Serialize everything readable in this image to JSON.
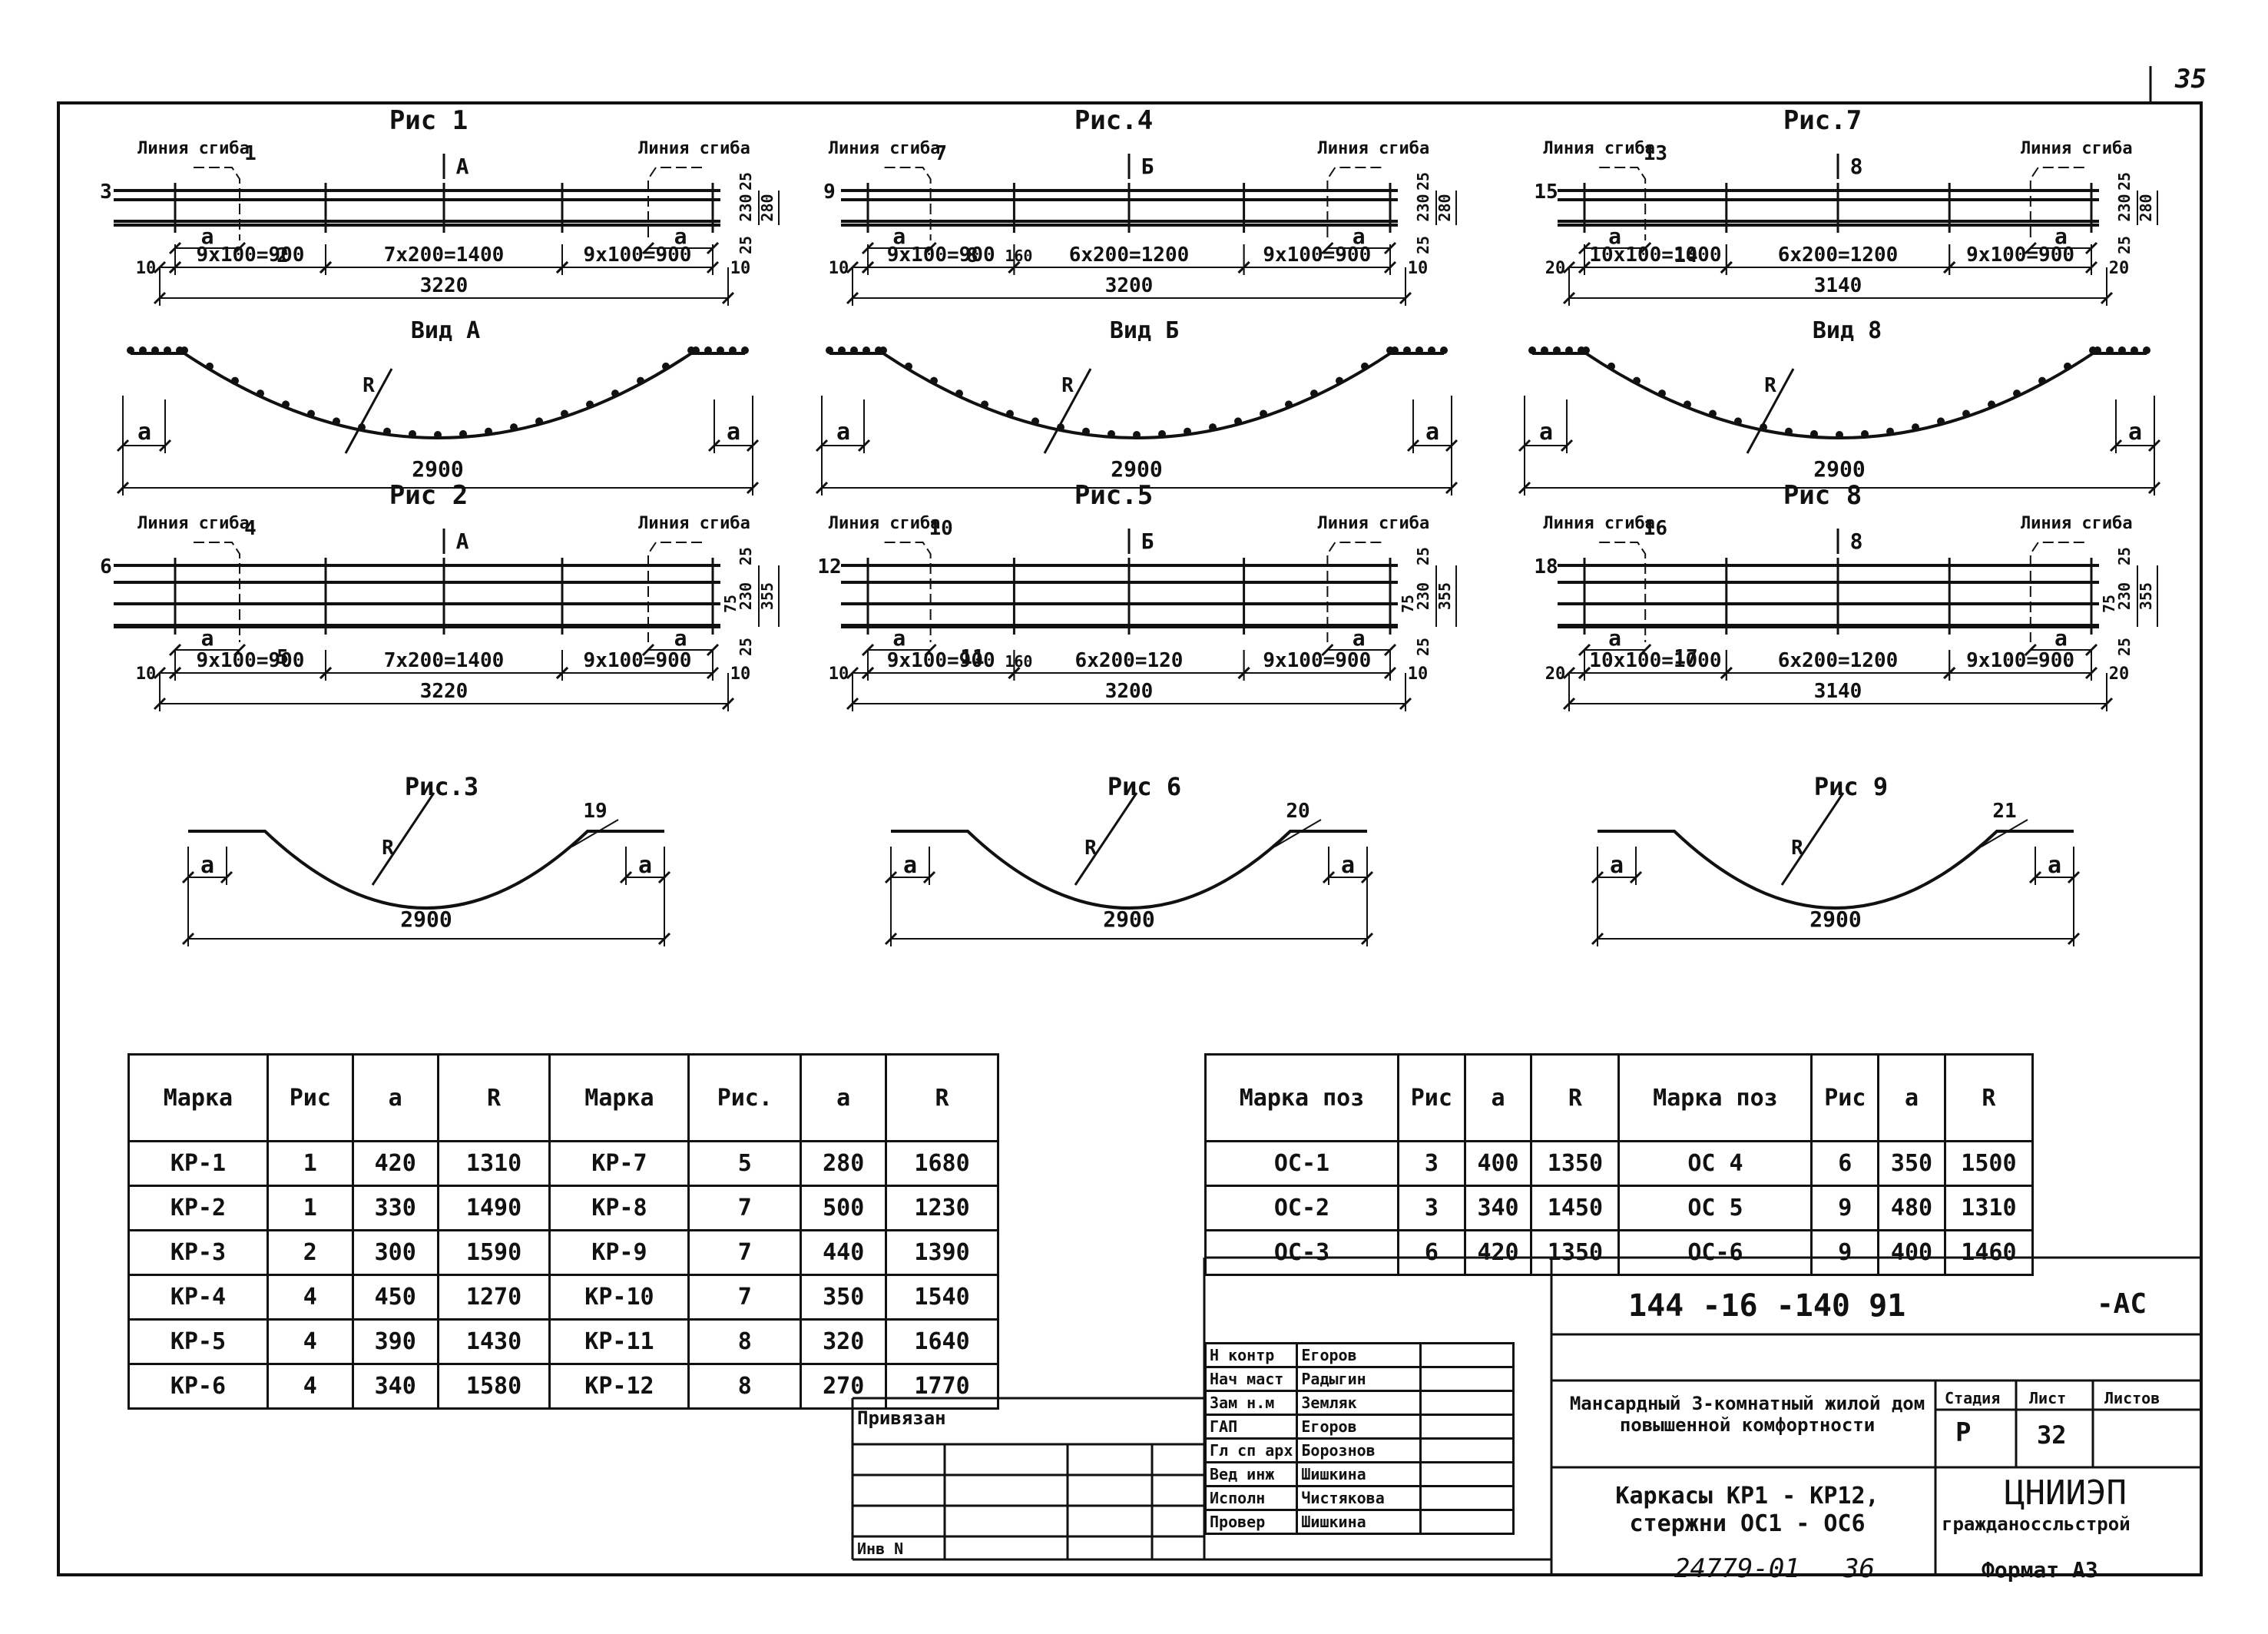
{
  "page_number": "35",
  "figures": [
    {
      "title": "Рис 1",
      "pos_left": "1",
      "pos_right": "2",
      "pos_bar": "3",
      "view_label": "А",
      "bend_left": "Линия сгиба",
      "bend_right": "Линия сгиба",
      "dims": {
        "end_l": "10",
        "seg1": "9x100=900",
        "seg2": "7x200=1400",
        "seg3": "9x100=900",
        "end_r": "10",
        "total": "3220",
        "a": "a"
      },
      "height": {
        "t": "25",
        "m": "230",
        "b": "25",
        "total": "280"
      }
    },
    {
      "title": "Рис.4",
      "pos_left": "7",
      "pos_right": "8",
      "pos_bar": "9",
      "view_label": "Б",
      "bend_left": "Линия сгиба",
      "bend_right": "Линия сгиба",
      "dims": {
        "end_l": "10",
        "seg1": "9x100=900",
        "gap": "160",
        "seg2": "6x200=1200",
        "seg3": "9x100=900",
        "end_r": "10",
        "total": "3200",
        "a": "a"
      },
      "height": {
        "t": "25",
        "m": "230",
        "b": "25",
        "total": "280"
      }
    },
    {
      "title": "Рис.7",
      "pos_left": "13",
      "pos_right": "14",
      "pos_bar": "15",
      "view_label": "8",
      "bend_left": "Линия сгиба",
      "bend_right": "Линия сгиба",
      "dims": {
        "end_l": "20",
        "seg1": "10x100=1000",
        "seg2": "6x200=1200",
        "seg3": "9x100=900",
        "end_r": "20",
        "total": "3140",
        "a": "a"
      },
      "height": {
        "t": "25",
        "m": "230",
        "b": "25",
        "total": "280"
      }
    },
    {
      "title": "Рис 2",
      "pos_left": "4",
      "pos_right": "5",
      "pos_bar": "6",
      "view_label": "А",
      "bend_left": "Линия сгиба",
      "bend_right": "Линия сгиба",
      "dims": {
        "end_l": "10",
        "seg1": "9x100=900",
        "seg2": "7x200=1400",
        "seg3": "9x100=900",
        "end_r": "10",
        "total": "3220",
        "a": "a"
      },
      "height": {
        "t": "25",
        "m": "230",
        "b": "25",
        "total": "355",
        "extra": "75"
      }
    },
    {
      "title": "Рис.5",
      "pos_left": "10",
      "pos_right": "11",
      "pos_bar": "12",
      "view_label": "Б",
      "bend_left": "Линия сгиба",
      "bend_right": "Линия сгиба",
      "dims": {
        "end_l": "10",
        "seg1": "9x100=900",
        "gap": "160",
        "seg2": "6x200=120",
        "seg3": "9x100=900",
        "end_r": "10",
        "total": "3200",
        "a": "a"
      },
      "height": {
        "t": "25",
        "m": "230",
        "b": "25",
        "total": "355",
        "extra": "75"
      }
    },
    {
      "title": "Рис 8",
      "pos_left": "16",
      "pos_right": "17",
      "pos_bar": "18",
      "view_label": "8",
      "bend_left": "Линия сгиба",
      "bend_right": "Линия сгиба",
      "dims": {
        "end_l": "20",
        "seg1": "10x100=1000",
        "seg2": "6x200=1200",
        "seg3": "9x100=900",
        "end_r": "20",
        "total": "3140",
        "a": "a"
      },
      "height": {
        "t": "25",
        "m": "230",
        "b": "25",
        "total": "355",
        "extra": "75"
      }
    }
  ],
  "views": [
    {
      "title": "Вид А",
      "width": "2900",
      "a": "a",
      "r": "R"
    },
    {
      "title": "Вид Б",
      "width": "2900",
      "a": "a",
      "r": "R"
    },
    {
      "title": "Вид 8",
      "width": "2900",
      "a": "a",
      "r": "R"
    }
  ],
  "bars": [
    {
      "title": "Рис.3",
      "pos": "19",
      "width": "2900",
      "a": "a",
      "r": "R"
    },
    {
      "title": "Рис 6",
      "pos": "20",
      "width": "2900",
      "a": "a",
      "r": "R"
    },
    {
      "title": "Рис 9",
      "pos": "21",
      "width": "2900",
      "a": "a",
      "r": "R"
    }
  ],
  "table_kp": {
    "headers": [
      "Марка",
      "Рис",
      "a",
      "R",
      "Марка",
      "Рис.",
      "a",
      "R"
    ],
    "rows": [
      [
        "КР-1",
        "1",
        "420",
        "1310",
        "КР-7",
        "5",
        "280",
        "1680"
      ],
      [
        "КР-2",
        "1",
        "330",
        "1490",
        "КР-8",
        "7",
        "500",
        "1230"
      ],
      [
        "КР-3",
        "2",
        "300",
        "1590",
        "КР-9",
        "7",
        "440",
        "1390"
      ],
      [
        "КР-4",
        "4",
        "450",
        "1270",
        "КР-10",
        "7",
        "350",
        "1540"
      ],
      [
        "КР-5",
        "4",
        "390",
        "1430",
        "КР-11",
        "8",
        "320",
        "1640"
      ],
      [
        "КР-6",
        "4",
        "340",
        "1580",
        "КР-12",
        "8",
        "270",
        "1770"
      ]
    ]
  },
  "table_oc": {
    "headers": [
      "Марка поз",
      "Рис",
      "a",
      "R",
      "Марка поз",
      "Рис",
      "a",
      "R"
    ],
    "rows": [
      [
        "ОС-1",
        "3",
        "400",
        "1350",
        "ОС 4",
        "6",
        "350",
        "1500"
      ],
      [
        "ОС-2",
        "3",
        "340",
        "1450",
        "ОС 5",
        "9",
        "480",
        "1310"
      ],
      [
        "ОС-3",
        "6",
        "420",
        "1350",
        "ОС-6",
        "9",
        "400",
        "1460"
      ]
    ]
  },
  "stamp": {
    "doc_code": "144 -16 -140 91",
    "doc_suffix": "-АС",
    "project_title": "Мансардный 3-комнатный жилой дом повышенной комфортности",
    "sheet_title": "Каркасы КР1 - КР12, стержни ОС1 - ОС6",
    "stage_label": "Стадия",
    "sheet_label": "Лист",
    "sheets_label": "Листов",
    "stage": "Р",
    "sheet": "32",
    "org_main": "ЦНИИЭП",
    "org_sub": "гражданoccльстрой",
    "attached_label": "Привязан",
    "inv_label": "Инв N",
    "roles": [
      {
        "role": "Н контр",
        "name": "Егоров"
      },
      {
        "role": "Нач маст",
        "name": "Радыгин"
      },
      {
        "role": "Зам н.м",
        "name": "Земляк"
      },
      {
        "role": "ГАП",
        "name": "Егоров"
      },
      {
        "role": "Гл сп арх",
        "name": "Борознов"
      },
      {
        "role": "Вед инж",
        "name": "Шишкина"
      },
      {
        "role": "Исполн",
        "name": "Чистякова"
      },
      {
        "role": "Провер",
        "name": "Шишкина"
      }
    ]
  },
  "footer": {
    "archive_no": "24779-01",
    "copy_no": "36",
    "format": "Формат А3"
  }
}
